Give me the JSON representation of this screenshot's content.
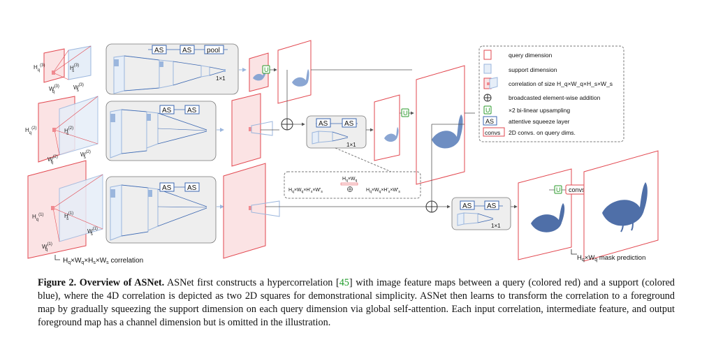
{
  "diagram": {
    "blocks": [
      {
        "ops": [
          "AS",
          "AS",
          "pool"
        ],
        "out_label": "1×1"
      },
      {
        "ops": [
          "AS",
          "AS"
        ]
      },
      {
        "ops": [
          "AS",
          "AS"
        ]
      }
    ],
    "fusion": [
      {
        "ops": [
          "AS",
          "AS"
        ],
        "out_label": "1×1"
      },
      {
        "ops": [
          "AS",
          "AS"
        ],
        "out_label": "1×1"
      }
    ],
    "level_labels": [
      {
        "hq": "H_q^{(3)}",
        "wq": "W_q^{(3)}",
        "hs": "H_s^{(3)}",
        "ws": "W_s^{(3)}"
      },
      {
        "hq": "H_q^{(2)}",
        "wq": "W_q^{(2)}",
        "hs": "H_s^{(2)}",
        "ws": "W_s^{(2)}"
      },
      {
        "hq": "H_q^{(1)}",
        "wq": "W_q^{(1)}",
        "hs": "H_s^{(1)}",
        "ws": "W_s^{(1)}"
      }
    ],
    "upsample_symbol": "U",
    "convs_label": "convs",
    "correlation_label": "H_q×W_q×H_s×W_s correlation",
    "mask_label": "H_q×W_q mask prediction",
    "broadcast_note": {
      "top": "H_q×W_q",
      "left": "H_q×W_q×H'_s×W'_s",
      "right": "H_q×W_q×H'_s×W'_s"
    },
    "legend": [
      {
        "symbol": "red-square",
        "text": "query dimension"
      },
      {
        "symbol": "blue-square",
        "text": "support dimension"
      },
      {
        "symbol": "corr-square",
        "text": "correlation of size H_q×W_q×H_s×W_s"
      },
      {
        "symbol": "oplus",
        "text": "broadcasted element-wise addition"
      },
      {
        "symbol": "U",
        "text": "×2 bi-linear upsampling"
      },
      {
        "symbol": "AS",
        "text": "attentive squeeze layer"
      },
      {
        "symbol": "convs",
        "text": "2D convs. on query dims."
      }
    ],
    "colors": {
      "query": "#e2474f",
      "query_fill": "#fbe3e4",
      "support": "#9bb6dd",
      "support_fill": "#e6eef8",
      "mask": "#6e8ec2",
      "upsample": "#2a9a2a",
      "as_border": "#3a66b0"
    }
  },
  "caption": {
    "label": "Figure 2. Overview of ASNet.",
    "text_before_cite": " ASNet first constructs a hypercorrelation [",
    "cite": "45",
    "text_after_cite": "] with image feature maps between a query (colored red) and a support (colored blue), where the 4D correlation is depicted as two 2D squares for demonstrational simplicity. ASNet then learns to transform the correlation to a foreground map by gradually squeezing the support dimension on each query dimension via global self-attention. Each input correlation, intermediate feature, and output foreground map has a channel dimension but is omitted in the illustration."
  }
}
